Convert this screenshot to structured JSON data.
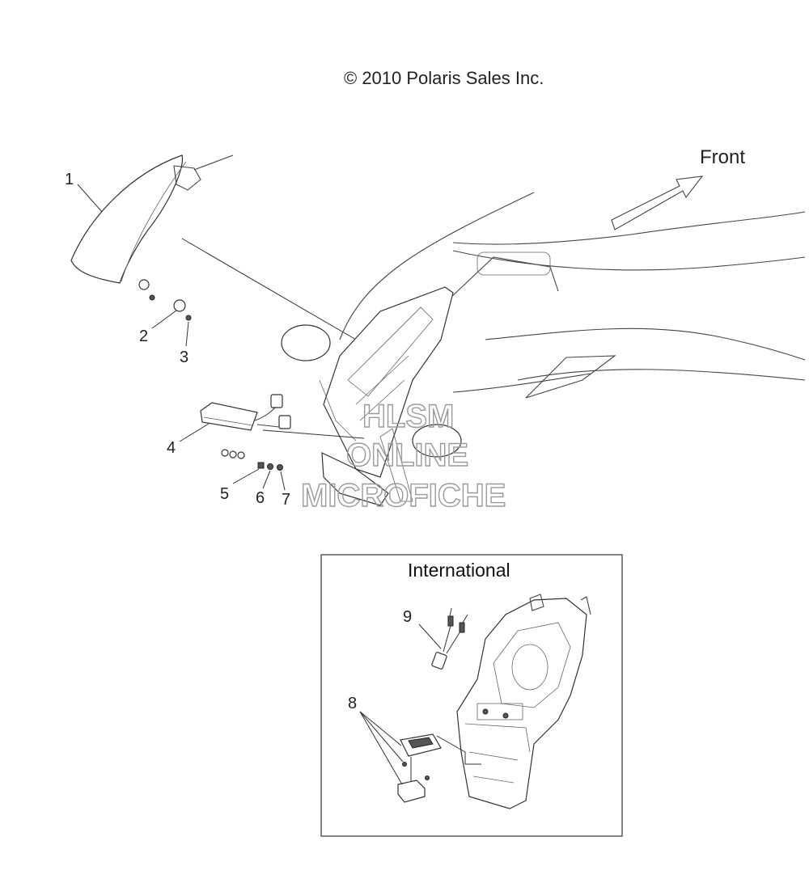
{
  "copyright": "© 2010 Polaris Sales Inc.",
  "direction_label": "Front",
  "inset_title": "International",
  "watermark": [
    "HLSM",
    "ONLINE",
    "MICROFICHE"
  ],
  "callouts": [
    "1",
    "2",
    "3",
    "4",
    "5",
    "6",
    "7",
    "8",
    "9"
  ]
}
